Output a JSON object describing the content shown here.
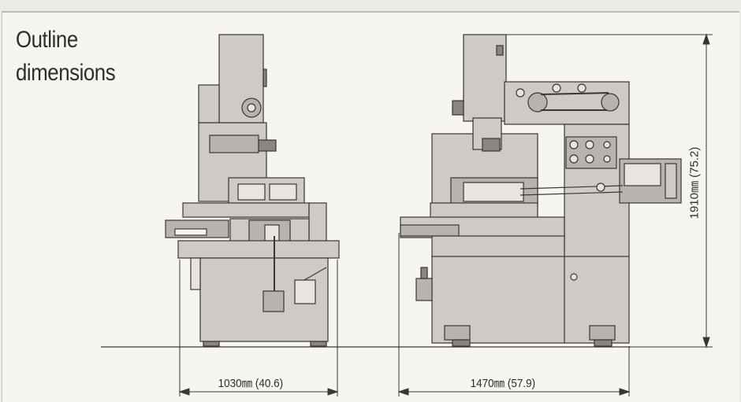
{
  "title": {
    "line1": "Outline",
    "line2": "dimensions"
  },
  "dimensions": {
    "front_width": "1030㎜ (40.6)",
    "side_width": "1470㎜ (57.9)",
    "height": "1910㎜ (75.2)"
  },
  "colors": {
    "machine_fill": "#cfcac6",
    "machine_dark": "#b9b3af",
    "outline": "#3a3634",
    "background": "#f6f5f1"
  }
}
